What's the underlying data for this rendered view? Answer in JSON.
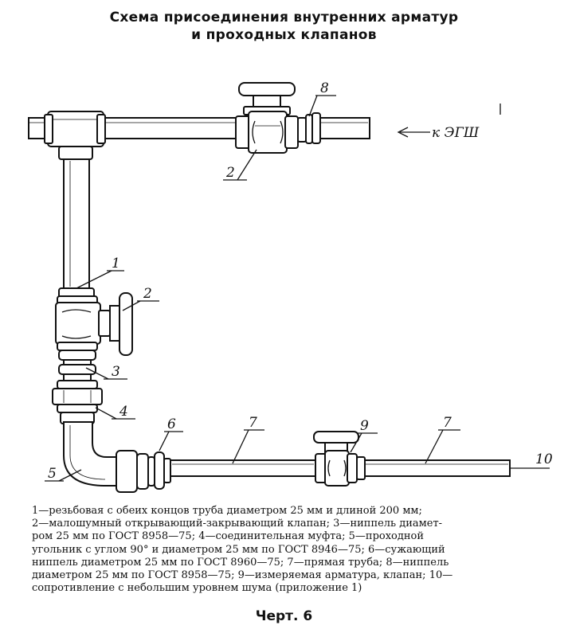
{
  "title": {
    "line1": "Схема присоединения внутренних арматур",
    "line2": "и проходных клапанов"
  },
  "labels": {
    "egsh": "к ЭГШ",
    "n1": "1",
    "n2a": "2",
    "n2b": "2",
    "n3": "3",
    "n4": "4",
    "n5": "5",
    "n6": "6",
    "n7a": "7",
    "n7b": "7",
    "n8": "8",
    "n9": "9",
    "n10": "10"
  },
  "legend": {
    "lines": [
      "1—резьбовая с обеих концов труба диаметром 25 мм и длиной 200 мм;",
      "2—малошумный открывающий-закрывающий клапан; 3—ниппель диамет-",
      "ром 25 мм по ГОСТ 8958—75; 4—соединительная муфта; 5—проходной",
      "угольник с углом 90° и диаметром 25 мм по ГОСТ 8946—75; 6—сужающий",
      "ниппель диаметром 25 мм по ГОСТ 8960—75; 7—прямая труба; 8—ниппель",
      "диаметром 25 мм по ГОСТ 8958—75; 9—измеряемая арматура, клапан; 10—",
      "сопротивление с небольшим уровнем шума (приложение 1)"
    ]
  },
  "caption": "Черт. 6"
}
